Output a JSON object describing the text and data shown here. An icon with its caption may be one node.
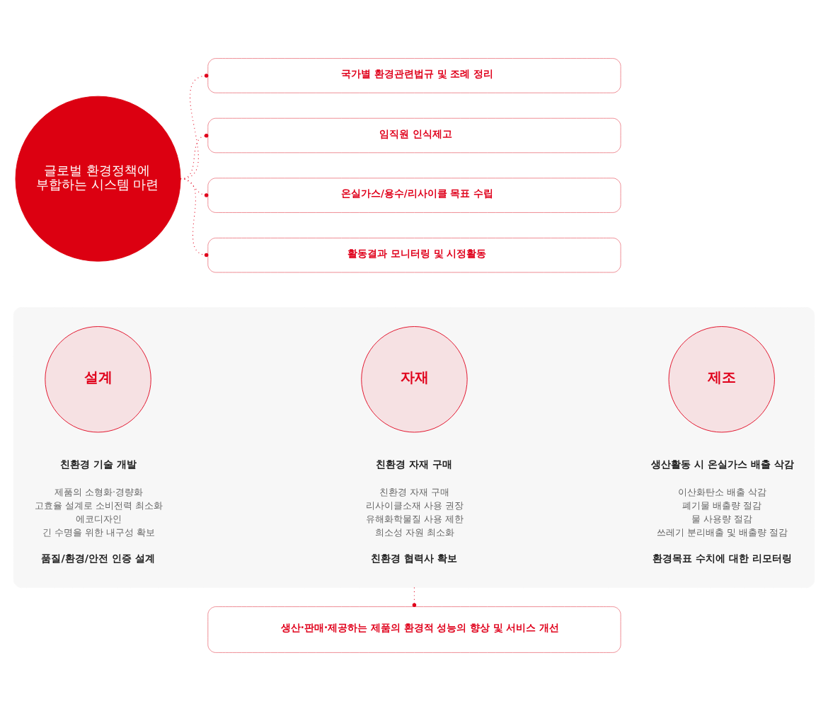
{
  "diagram": {
    "nodes": [
      {
        "text": [
          "글로벌 환경정책에 부합하는 시스템 마련"
        ]
      },
      {
        "text": [
          "국가별 환경관련법규 및 조례 정리"
        ]
      },
      {
        "text": [
          "임직원 인식제고"
        ]
      },
      {
        "text": [
          "온실가스/용수/리사이클 목표 수립"
        ]
      },
      {
        "text": [
          "활동결과 모니터링 및 시정활동"
        ]
      },
      {
        "text": [],
        "shape": "box"
      },
      {
        "text": [
          "설계"
        ],
        "in": 5,
        "beside": [
          "친환경 기술 개발",
          "제품의 소형화·경량화",
          "고효율 설계로 소비전력 최소화",
          "에코디자인",
          "긴 수명을 위한 내구성 확보",
          "품질/환경/안전 인증 설계"
        ]
      },
      {
        "text": [
          "자재"
        ],
        "in": 5,
        "beside": [
          "친환경 자재 구매",
          "친환경 자재 구매",
          "리사이클소재 사용 권장",
          "유해화학물질 사용 제한",
          "희소성 자원 최소화",
          "친환경 협력사 확보"
        ]
      },
      {
        "text": [
          "제조"
        ],
        "in": 5,
        "beside": [
          "생산활동 시 온실가스 배출 삭감",
          "이산화탄소 배출 삭감",
          "폐기물 배출량 절감",
          "물 사용량 절감",
          "쓰레기 분리배출 및 배출량 절감",
          "환경목표 수치에 대한 리모터링"
        ]
      },
      {
        "text": [
          "생산·판매·제공하는 제품의 환경적 성능의 향상 및 서비스 개선"
        ]
      }
    ],
    "edges": [
      {
        "from": 0,
        "to": 1,
        "arrow": "other",
        "style": "dashed"
      },
      {
        "from": 0,
        "to": 2,
        "arrow": "other",
        "style": "dashed"
      },
      {
        "from": 0,
        "to": 3,
        "arrow": "other",
        "style": "dashed"
      },
      {
        "from": 0,
        "to": 4,
        "arrow": "other",
        "style": "dashed"
      },
      {
        "from": 5,
        "to": 9,
        "arrow": "other",
        "style": "dashed"
      }
    ]
  }
}
